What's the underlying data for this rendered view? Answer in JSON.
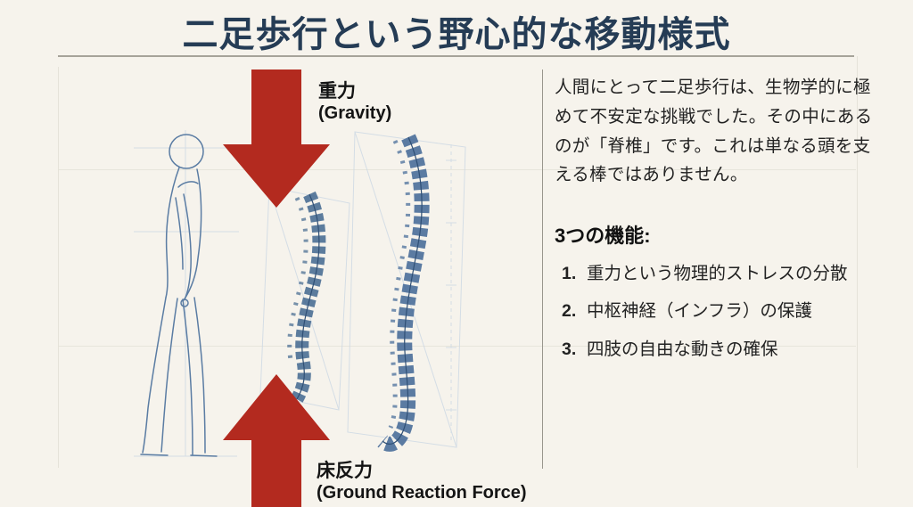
{
  "title": "二足歩行という野心的な移動様式",
  "diagram": {
    "gravity_label": "重力",
    "gravity_sub": "(Gravity)",
    "grf_label": "床反力",
    "grf_sub": "(Ground Reaction Force)",
    "icons": {
      "gravity_arrow": "arrow-down",
      "ground_reaction_arrow": "arrow-up",
      "human_figure": "human-side-profile-sketch",
      "spines": "spine-blueprint-drawings"
    }
  },
  "content": {
    "paragraph": "人間にとって二足歩行は、生物学的に極めて不安定な挑戦でした。その中にあるのが「脊椎」です。これは単なる頭を支える棒ではありません。",
    "functions_heading": "3つの機能:",
    "functions": [
      {
        "num": "1.",
        "text": "重力という物理的ストレスの分散"
      },
      {
        "num": "2.",
        "text": "中枢神経（インフラ）の保護"
      },
      {
        "num": "3.",
        "text": "四肢の自由な動きの確保"
      }
    ]
  },
  "colors": {
    "background": "#f6f3ec",
    "title_navy": "#253c55",
    "arrow_red": "#b32a1f",
    "blueprint_blue": "#41668f",
    "text": "#1f1f1f"
  }
}
